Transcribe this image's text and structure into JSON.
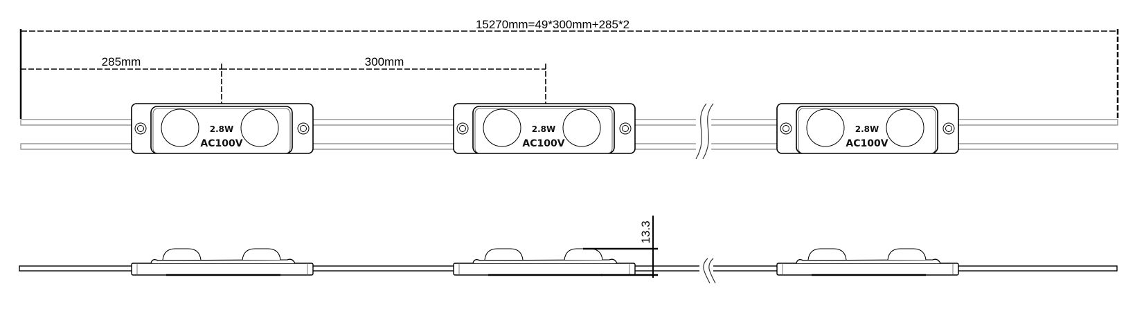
{
  "dimensions": {
    "total": "15270mm=49*300mm+285*2",
    "end_spacing": "285mm",
    "pitch": "300mm",
    "height": "13.3"
  },
  "modules": [
    {
      "power": "2.8W",
      "voltage": "AC100V"
    },
    {
      "power": "2.8W",
      "voltage": "AC100V"
    },
    {
      "power": "2.8W",
      "voltage": "AC100V"
    }
  ],
  "colors": {
    "line": "#000000",
    "wire": "#888888"
  }
}
